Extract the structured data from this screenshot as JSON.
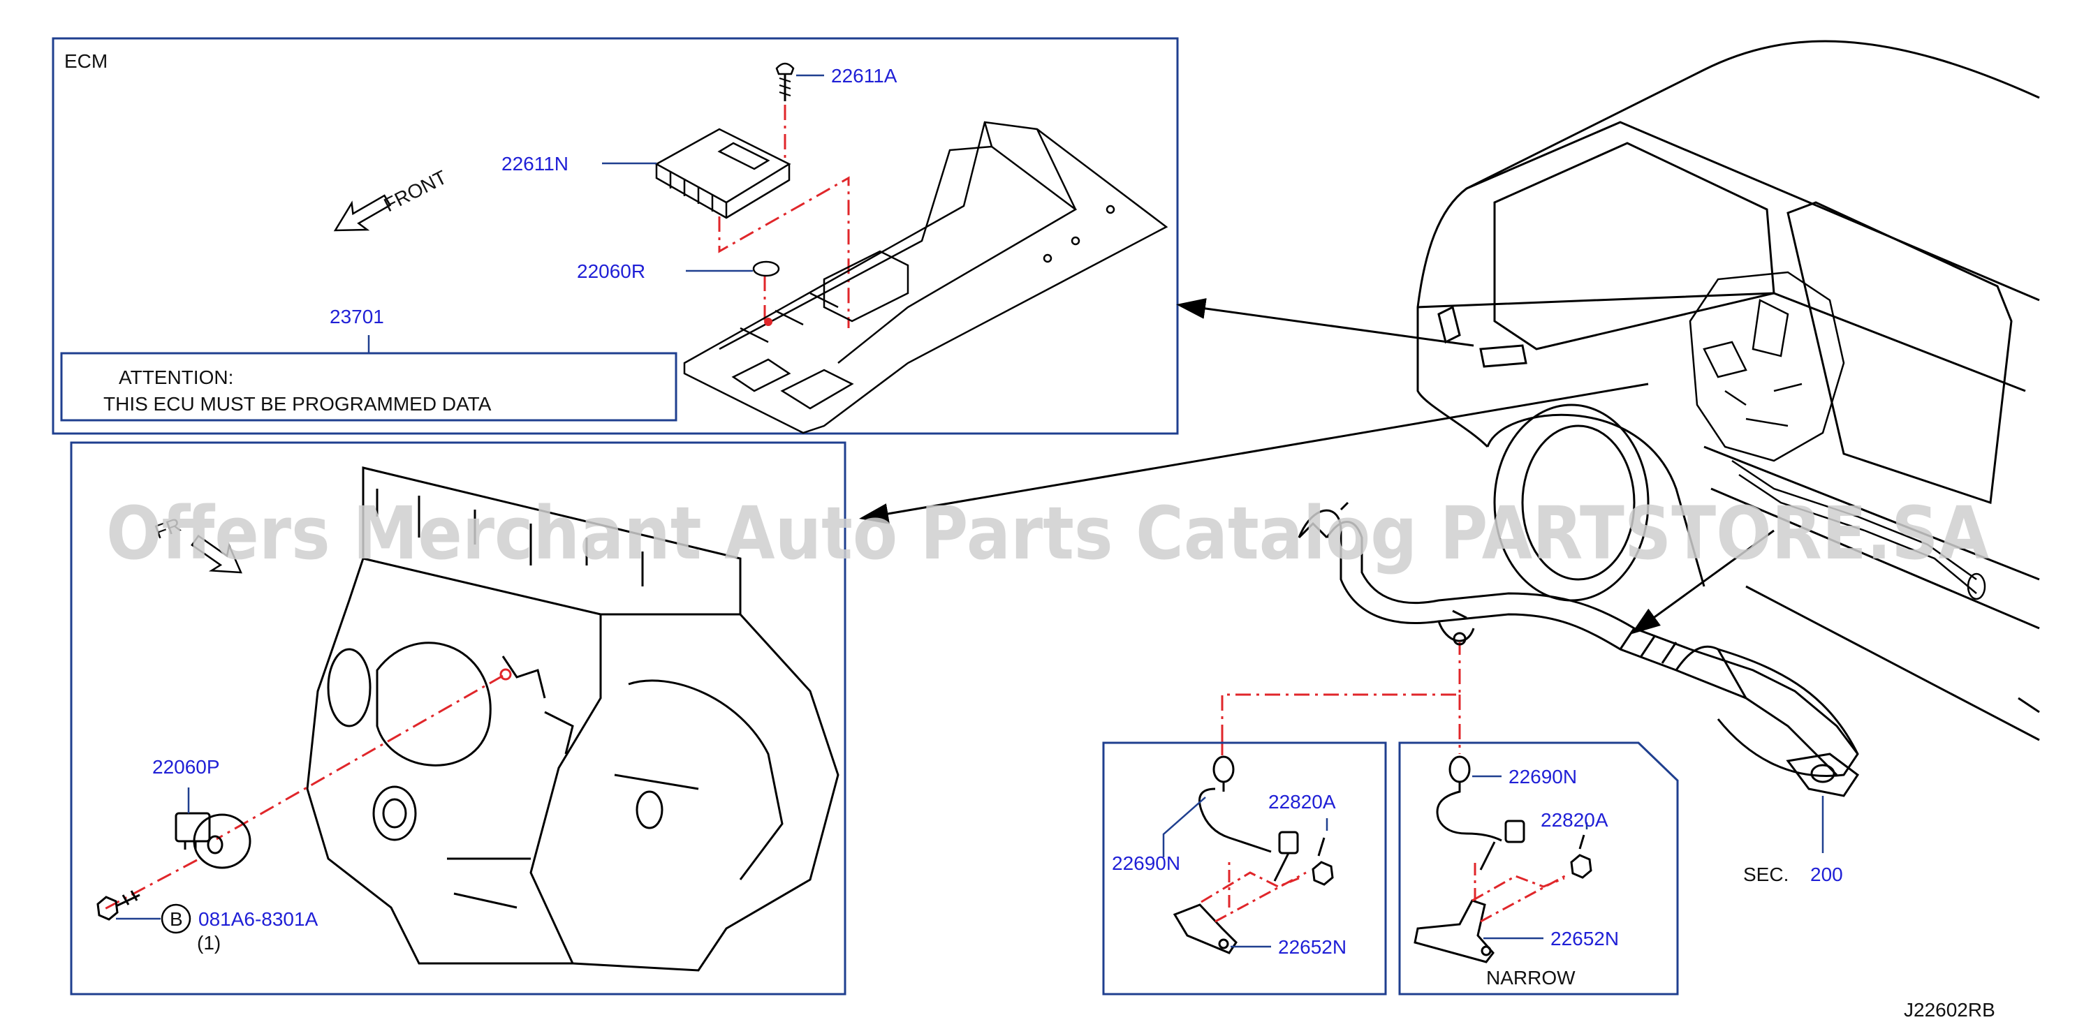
{
  "colors": {
    "link": "#1f1fd6",
    "box": "#1f3f8f",
    "line": "#000000",
    "dash": "#e0262a",
    "watermark": "#cfcfcf"
  },
  "ecm_panel": {
    "heading": "ECM",
    "front_label": "FRONT",
    "parts": {
      "screw": "22611A",
      "ecm": "22611N",
      "plug": "22060R",
      "label_part": "23701"
    },
    "attention_line1": "ATTENTION:",
    "attention_line2": "THIS   ECU   MUST   BE   PROGRAMMED   DATA"
  },
  "engine_panel": {
    "fr_label": "FR",
    "parts": {
      "knock_sensor": "22060P",
      "bolt": "081A6-8301A"
    },
    "bolt_marker": "B",
    "bolt_qty": "(1)"
  },
  "sensor_box_left": {
    "parts": {
      "sensor": "22690N",
      "bolt": "22820A",
      "bracket": "22652N"
    }
  },
  "sensor_box_right": {
    "parts": {
      "sensor": "22690N",
      "bolt": "22820A",
      "bracket": "22652N"
    },
    "caption": "NARROW"
  },
  "section_ref": {
    "prefix": "SEC.",
    "number": "200"
  },
  "watermark": "Offers Merchant Auto Parts Catalog PARTSTORE.SA",
  "diagram_code": "J22602RB"
}
